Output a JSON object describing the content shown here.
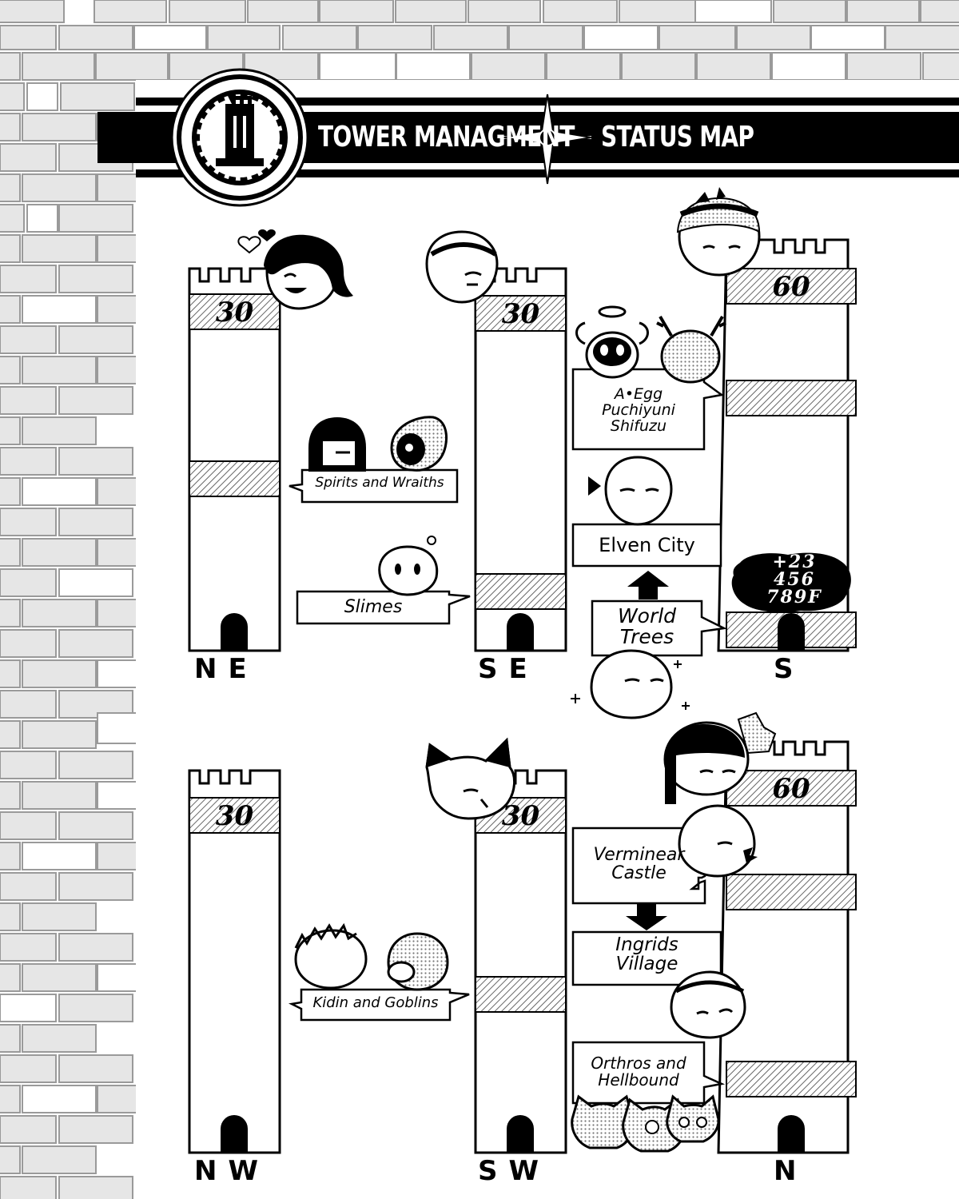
{
  "header": {
    "title_left": "TOWER MANAGMENT",
    "title_right": "STATUS MAP"
  },
  "towers": [
    {
      "direction": "NE",
      "floors": "30"
    },
    {
      "direction": "SE",
      "floors": "30"
    },
    {
      "direction": "S",
      "floors": "60"
    },
    {
      "direction": "NW",
      "floors": "30"
    },
    {
      "direction": "SW",
      "floors": "30"
    },
    {
      "direction": "N",
      "floors": "60"
    }
  ],
  "labels": {
    "spirits": "Spirits and Wraiths",
    "slimes": "Slimes",
    "egg_line1": "A•Egg",
    "egg_line2": "Puchiyuni",
    "egg_line3": "Shifuzu",
    "elven": "Elven City",
    "world_line1": "World",
    "world_line2": "Trees",
    "kidin": "Kidin and Goblins",
    "verminear_line1": "Verminear",
    "verminear_line2": "Castle",
    "ingrids_line1": "Ingrids",
    "ingrids_line2": "Village",
    "orthros_line1": "Orthros and",
    "orthros_line2": "Hellbound"
  },
  "number_blob": {
    "line1": "+23",
    "line2": "456",
    "line3": "789F"
  }
}
